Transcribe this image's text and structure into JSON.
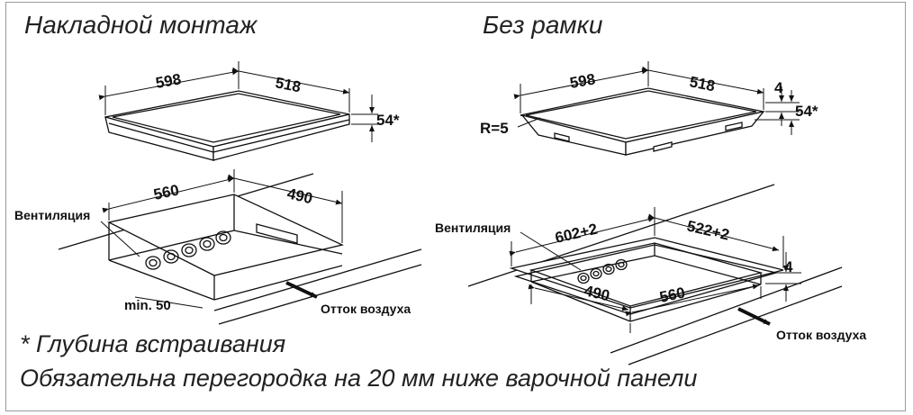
{
  "titles": {
    "left": "Накладной монтаж",
    "right": "Без рамки"
  },
  "left": {
    "hob_width": "598",
    "hob_depth": "518",
    "hob_height": "54*",
    "cutout_width": "560",
    "cutout_depth": "490",
    "ventilation": "Вентиляция",
    "min_gap": "min. 50",
    "airflow": "Отток воздуха"
  },
  "right": {
    "hob_width": "598",
    "hob_depth": "518",
    "lip": "4",
    "hob_height": "54*",
    "radius": "R=5",
    "outer_width": "602+2",
    "outer_depth": "522+2",
    "recess_depth": "4",
    "inner_depth": "490",
    "inner_width": "560",
    "ventilation": "Вентиляция",
    "airflow": "Отток воздуха"
  },
  "notes": {
    "depth": "* Глубина встраивания",
    "partition": "Обязательна перегородка на 20 мм ниже варочной панели"
  }
}
